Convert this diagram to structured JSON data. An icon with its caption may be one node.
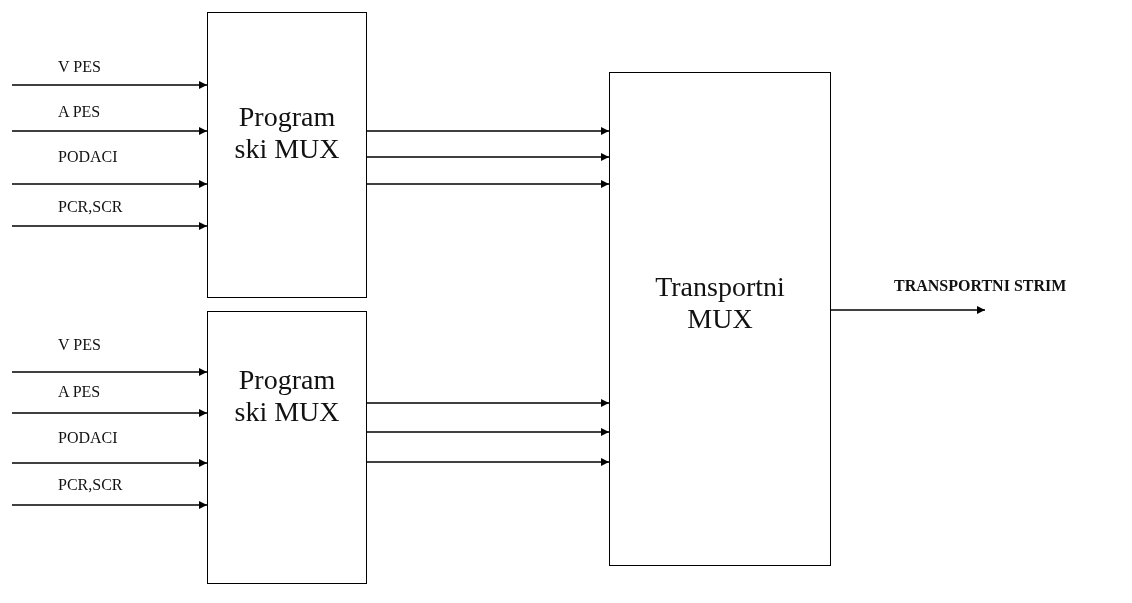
{
  "diagram": {
    "nodes": [
      {
        "text": [
          "Program ski MUX"
        ]
      },
      {
        "text": [
          "Program ski MUX"
        ]
      },
      {
        "text": [
          "Transportni MUX"
        ]
      }
    ],
    "edges": [
      {
        "from": null,
        "to": 0,
        "arrow": "to",
        "label": "V PES"
      },
      {
        "from": null,
        "to": 0,
        "arrow": "to",
        "label": "A PES"
      },
      {
        "from": null,
        "to": 0,
        "arrow": "to",
        "label": "PODACI"
      },
      {
        "from": null,
        "to": 0,
        "arrow": "to",
        "label": "PCR,SCR"
      },
      {
        "from": null,
        "to": 1,
        "arrow": "to",
        "label": "V PES"
      },
      {
        "from": null,
        "to": 1,
        "arrow": "to",
        "label": "A PES"
      },
      {
        "from": null,
        "to": 1,
        "arrow": "to",
        "label": "PODACI"
      },
      {
        "from": null,
        "to": 1,
        "arrow": "to",
        "label": "PCR,SCR"
      },
      {
        "from": 0,
        "to": 2,
        "arrow": "to"
      },
      {
        "from": 0,
        "to": 2,
        "arrow": "to"
      },
      {
        "from": 0,
        "to": 2,
        "arrow": "to"
      },
      {
        "from": 1,
        "to": 2,
        "arrow": "to"
      },
      {
        "from": 1,
        "to": 2,
        "arrow": "to"
      },
      {
        "from": 1,
        "to": 2,
        "arrow": "to"
      },
      {
        "from": 2,
        "to": null,
        "arrow": "to",
        "label": "TRANSPORTNI STRIM"
      }
    ]
  }
}
